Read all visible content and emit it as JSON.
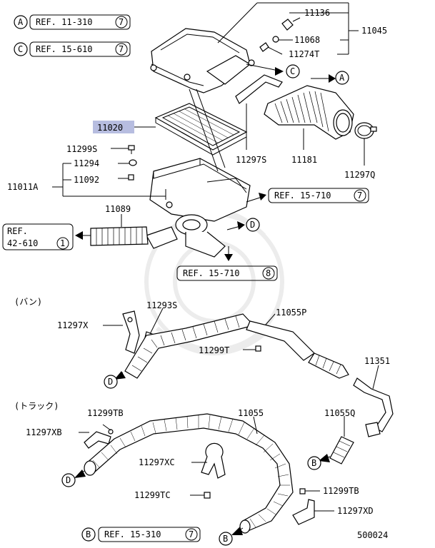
{
  "refs": {
    "a_label": "A",
    "a_text": "REF. 11-310",
    "a_num": "7",
    "c_label": "C",
    "c_text": "REF. 15-610",
    "c_num": "7",
    "ref_15_710_7": "REF. 15-710",
    "ref_15_710_7_num": "7",
    "ref_42_610_l1": "REF.",
    "ref_42_610_l2": "42-610",
    "ref_42_610_num": "1",
    "ref_15_710_8": "REF. 15-710",
    "ref_15_710_8_num": "8",
    "b_label": "B",
    "b_text": "REF. 15-310",
    "b_num": "7"
  },
  "markers": {
    "c": "C",
    "a": "A",
    "d1": "D",
    "d2": "D",
    "d3": "D",
    "b1": "B",
    "b2": "B"
  },
  "parts": {
    "p11136": "11136",
    "p11068": "11068",
    "p11274t": "11274T",
    "p11045": "11045",
    "p11020": "11020",
    "p11299s": "11299S",
    "p11294": "11294",
    "p11092": "11092",
    "p11011a": "11011A",
    "p11297s": "11297S",
    "p11181": "11181",
    "p11297q": "11297Q",
    "p11089": "11089",
    "p11293s": "11293S",
    "p11297x": "11297X",
    "p11055p": "11055P",
    "p11299t": "11299T",
    "p11351": "11351",
    "p11299tb1": "11299TB",
    "p11297xb": "11297XB",
    "p11055": "11055",
    "p11055q": "11055Q",
    "p11297xc": "11297XC",
    "p11299tc": "11299TC",
    "p11299tb2": "11299TB",
    "p11297xd": "11297XD"
  },
  "sections": {
    "van": "(バン)",
    "truck": "(トラック)"
  },
  "figure_number": "500024",
  "colors": {
    "highlight": "#b7bde0",
    "line": "#000000"
  }
}
